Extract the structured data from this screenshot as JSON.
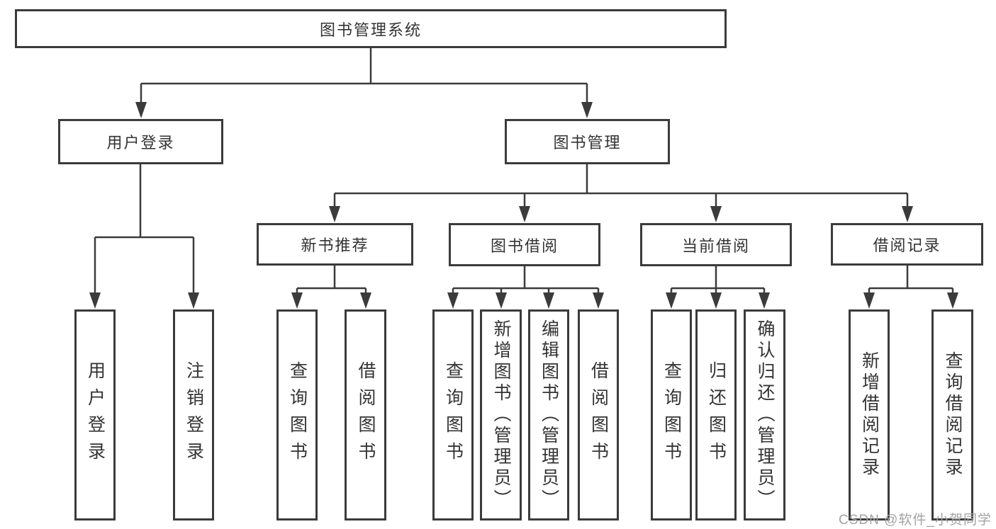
{
  "nodes": {
    "root": "图书管理系统",
    "user_login": "用户登录",
    "book_management": "图书管理",
    "new_book_recommend": "新书推荐",
    "book_borrowing": "图书借阅",
    "current_borrowing": "当前借阅",
    "borrowing_records": "借阅记录",
    "leaves": {
      "user_login": [
        "用户登录",
        "注销登录"
      ],
      "new_book_recommend": [
        "查询图书",
        "借阅图书"
      ],
      "book_borrowing": [
        "查询图书",
        "新增图书（管理员）",
        "编辑图书（管理员）",
        "借阅图书"
      ],
      "current_borrowing": [
        "查询图书",
        "归还图书",
        "确认归还（管理员）"
      ],
      "borrowing_records": [
        "新增借阅记录",
        "查询借阅记录"
      ]
    }
  },
  "watermark": "CSDN @软件_小贺同学",
  "colors": {
    "line": "#3b3b3b",
    "text": "#333333",
    "box_background": "#ffffff",
    "watermark": "#a3a3a3"
  }
}
